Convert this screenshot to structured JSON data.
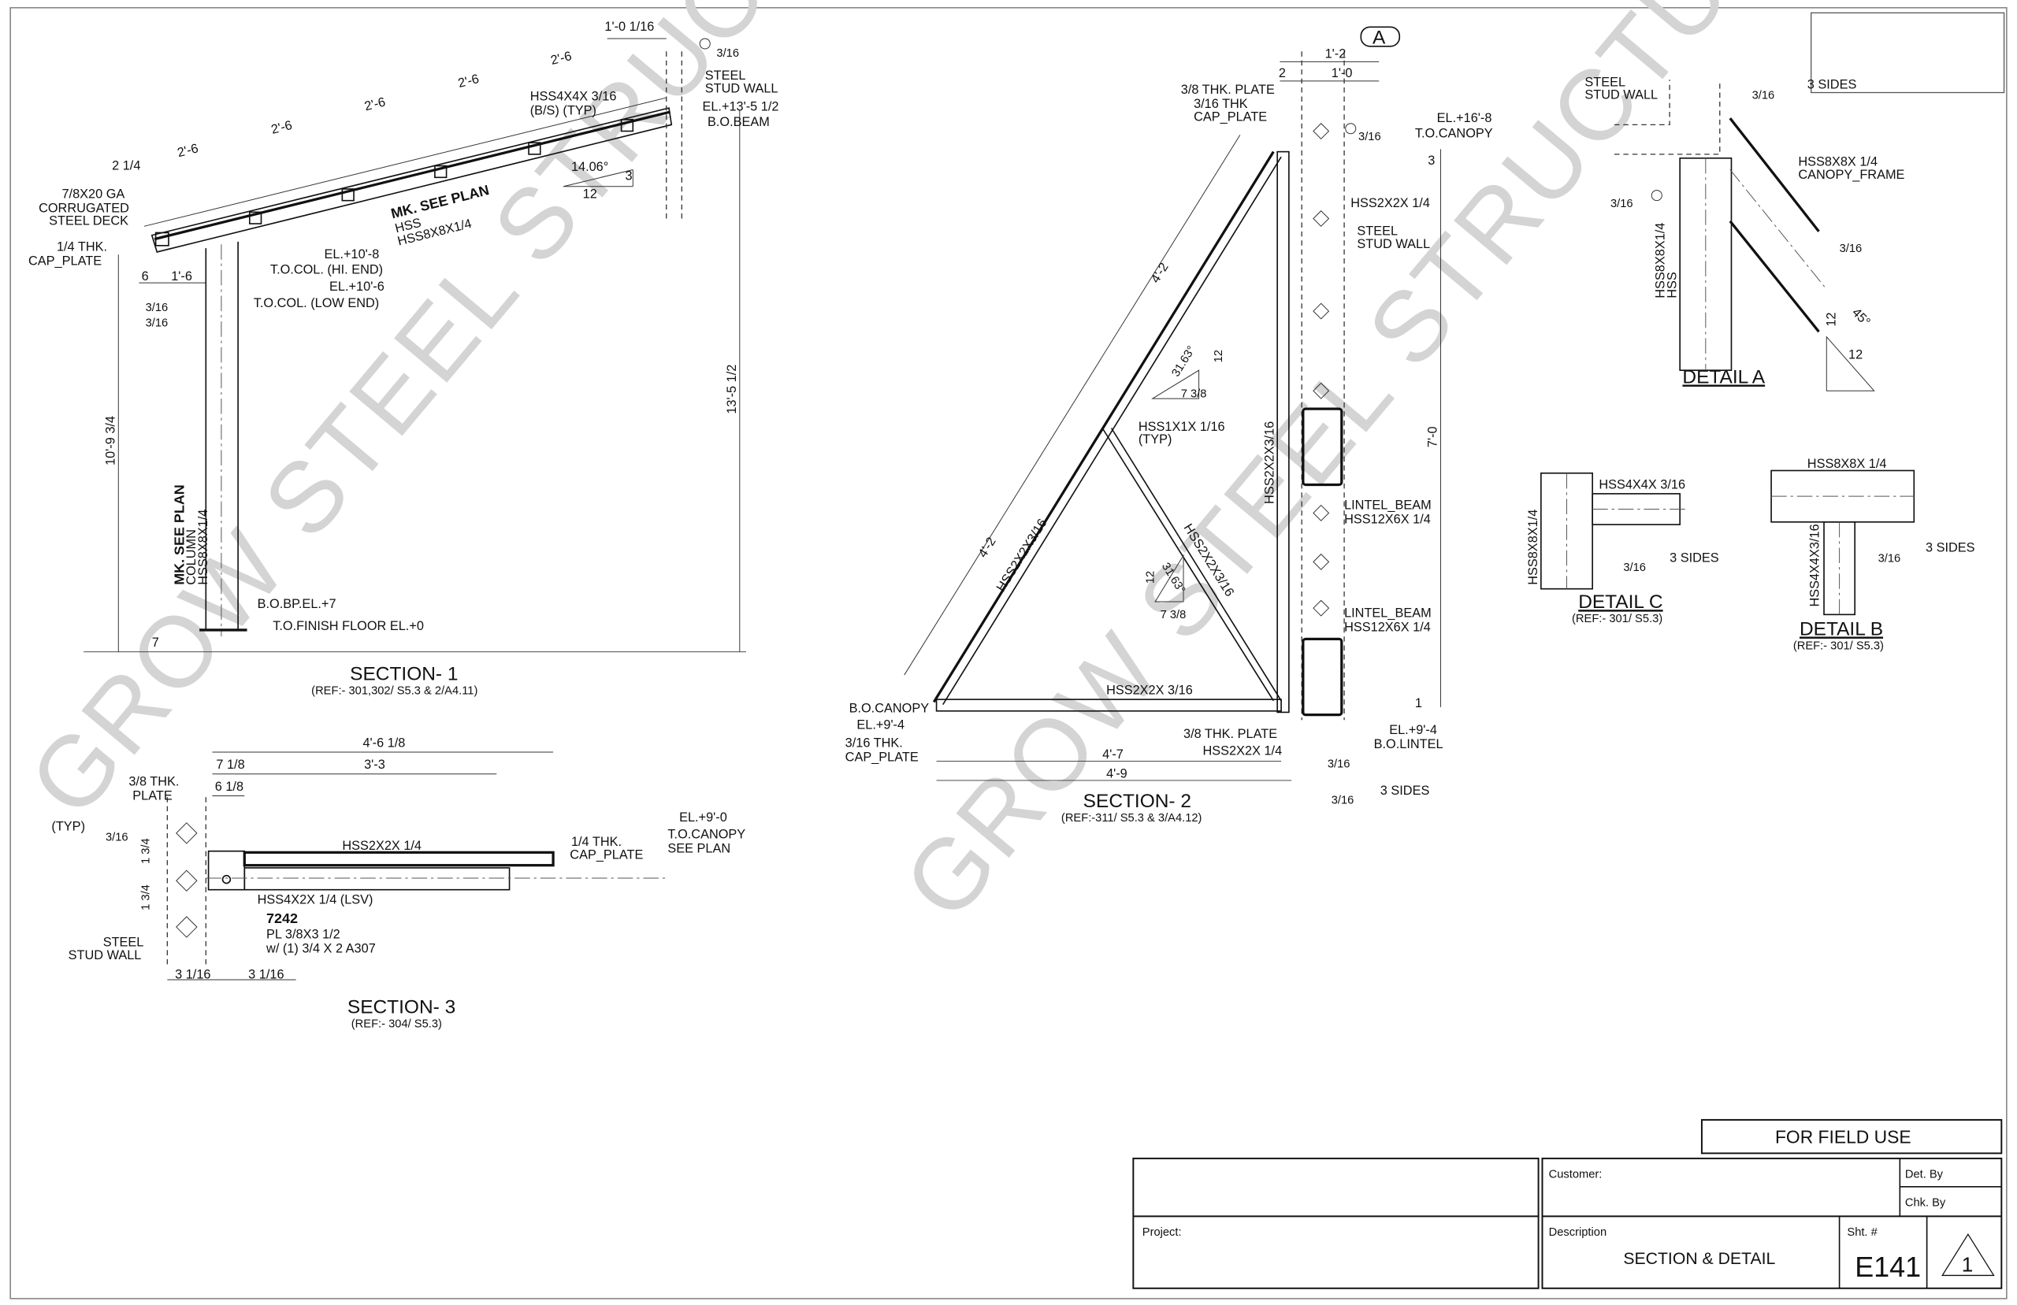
{
  "watermark": "GROW STEEL STRUCTURES",
  "section1": {
    "title": "SECTION- 1",
    "ref": "(REF:- 301,302/ S5.3 & 2/A4.11)",
    "dim_top": "1'-0 1/16",
    "spacing": [
      "2'-6",
      "2'-6",
      "2'-6",
      "2'-6",
      "2'-6"
    ],
    "purlin": "HSS4X4X 3/16",
    "purlin_note": "(B/S) (TYP)",
    "wall_1": "STEEL",
    "wall_2": "STUD WALL",
    "weld_top": "3/16",
    "el_beam": "EL.+13'-5 1/2",
    "bo_beam": "B.O.BEAM",
    "overhang": "2 1/4",
    "angle": "14.06°",
    "slope_rise": "3",
    "slope_run": "12",
    "beam_mk": "MK. SEE PLAN",
    "beam_hss": "HSS",
    "beam_size": "HSS8X8X1/4",
    "deck_1": "7/8X20 GA",
    "deck_2": "CORRUGATED",
    "deck_3": "STEEL DECK",
    "cap_1": "1/4 THK.",
    "cap_2": "CAP_PLATE",
    "dim_6": "6",
    "dim_16": "1'-6",
    "el_hi": "EL.+10'-8",
    "tocol_hi": "T.O.COL. (HI. END)",
    "el_low": "EL.+10'-6",
    "tocol_low": "T.O.COL. (LOW END)",
    "weld_a": "3/16",
    "weld_b": "3/16",
    "dim_col": "10'-9 3/4",
    "dim_total": "13'-5 1/2",
    "col_mk": "MK. SEE PLAN",
    "col_label": "COLUMN",
    "col_size": "HSS8X8X1/4",
    "bobp": "B.O.BP.EL.+7",
    "tff": "T.O.FINISH FLOOR EL.+0",
    "dim_7": "7"
  },
  "section3": {
    "title": "SECTION- 3",
    "ref": "(REF:- 304/ S5.3)",
    "dim_total": "4'-6 1/8",
    "dim_a": "7 1/8",
    "dim_b": "3'-3",
    "dim_c": "6 1/8",
    "plate_1": "3/8 THK.",
    "plate_2": "PLATE",
    "typ": "(TYP)",
    "weld": "3/16",
    "hss_top": "HSS2X2X 1/4",
    "cap_1": "1/4 THK.",
    "cap_2": "CAP_PLATE",
    "el": "EL.+9'-0",
    "toc": "T.O.CANOPY",
    "see": "SEE PLAN",
    "dim_v1": "1 3/4",
    "dim_v2": "1 3/4",
    "hss_low": "HSS4X2X 1/4 (LSV)",
    "mark": "7242",
    "pl": "PL 3/8X3 1/2",
    "bolt": "w/ (1) 3/4 X 2 A307",
    "wall_1": "STEEL",
    "wall_2": "STUD WALL",
    "dim_l": "3 1/16",
    "dim_r": "3 1/16"
  },
  "section2": {
    "title": "SECTION- 2",
    "ref": "(REF:-311/ S5.3 & 3/A4.12)",
    "bubble": "A",
    "dim_12": "1'-2",
    "dim_2": "2",
    "dim_10": "1'-0",
    "plate_top": "3/8 THK. PLATE",
    "cap_top_1": "3/16 THK",
    "cap_top_2": "CAP_PLATE",
    "el_top": "EL.+16'-8",
    "toc": "T.O.CANOPY",
    "weld_top": "3/16",
    "dim_3": "3",
    "hss_post": "HSS2X2X 1/4",
    "wall_1": "STEEL",
    "wall_2": "STUD WALL",
    "dim_diag_top": "4'-2",
    "ang_top": "31.63°",
    "ang_top_rise": "12",
    "ang_top_run": "7 3/8",
    "hss_web": "HSS1X1X 1/16",
    "hss_web_typ": "(TYP)",
    "vert_size": "HSS2X2X3/16",
    "dim_70": "7'-0",
    "lintel_1a": "LINTEL_BEAM",
    "lintel_1b": "HSS12X6X 1/4",
    "dim_diag_low": "4'-2",
    "brace_left": "HSS2X2X3/16",
    "brace_right": "HSS2X2X3/16",
    "ang_low": "31.63°",
    "ang_low_rise": "12",
    "ang_low_run": "7 3/8",
    "lintel_2a": "LINTEL_BEAM",
    "lintel_2b": "HSS12X6X 1/4",
    "bottom": "HSS2X2X 3/16",
    "dim_1": "1",
    "bo_canopy": "B.O.CANOPY",
    "el_low": "EL.+9'-4",
    "cap_low_1": "3/16 THK.",
    "cap_low_2": "CAP_PLATE",
    "plate_low": "3/8 THK. PLATE",
    "hss_low": "HSS2X2X 1/4",
    "el_lintel": "EL.+9'-4",
    "bo_lintel": "B.O.LINTEL",
    "dim_47": "4'-7",
    "dim_49": "4'-9",
    "weld_a": "3/16",
    "weld_b": "3/16",
    "sides": "3 SIDES"
  },
  "detailA": {
    "title": "DETAIL A",
    "wall_1": "STEEL",
    "wall_2": "STUD WALL",
    "weld_top": "3/16",
    "sides": "3 SIDES",
    "frame_1": "HSS8X8X 1/4",
    "frame_2": "CANOPY_FRAME",
    "weld_l": "3/16",
    "weld_r": "3/16",
    "col_1": "HSS8X8X1/4",
    "col_2": "HSS",
    "rise": "12",
    "angle": "45°",
    "run": "12"
  },
  "detailC": {
    "title": "DETAIL C",
    "ref": "(REF:- 301/ S5.3)",
    "hss_h": "HSS4X4X 3/16",
    "hss_v": "HSS8X8X1/4",
    "weld": "3/16",
    "sides": "3 SIDES"
  },
  "detailB": {
    "title": "DETAIL B",
    "ref": "(REF:- 301/ S5.3)",
    "hss_h": "HSS8X8X 1/4",
    "hss_v": "HSS4X4X3/16",
    "weld": "3/16",
    "sides": "3 SIDES"
  },
  "title_block": {
    "field_use": "FOR FIELD USE",
    "customer": "Customer:",
    "det_by": "Det. By",
    "chk_by": "Chk. By",
    "project": "Project:",
    "description_label": "Description",
    "description": "SECTION & DETAIL",
    "sheet_label": "Sht. #",
    "sheet": "E141",
    "revision": "1"
  }
}
